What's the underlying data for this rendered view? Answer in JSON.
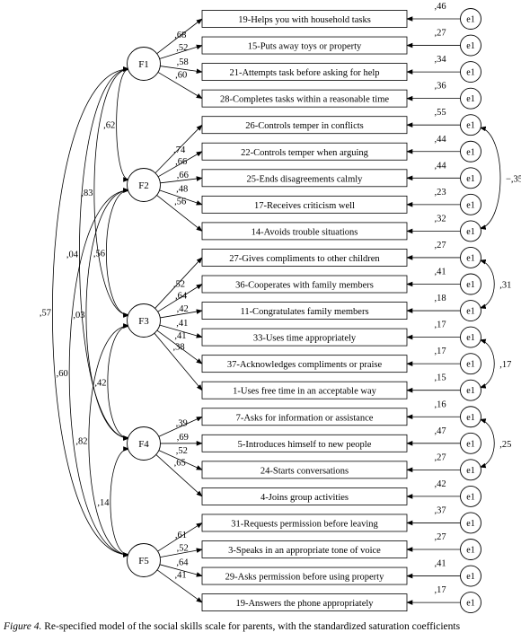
{
  "items": [
    {
      "label": "19-Helps you with household tasks",
      "loading": ",68",
      "residual": ",46"
    },
    {
      "label": "15-Puts away toys or property",
      "loading": ",52",
      "residual": ",27"
    },
    {
      "label": "21-Attempts task before asking for help",
      "loading": ",58",
      "residual": ",34"
    },
    {
      "label": "28-Completes tasks within a reasonable time",
      "loading": ",60",
      "residual": ",36"
    },
    {
      "label": "26-Controls temper in conflicts",
      "loading": ",74",
      "residual": ",55"
    },
    {
      "label": "22-Controls temper when arguing",
      "loading": ",66",
      "residual": ",44"
    },
    {
      "label": "25-Ends disagreements calmly",
      "loading": ",66",
      "residual": ",44"
    },
    {
      "label": "17-Receives criticism well",
      "loading": ",48",
      "residual": ",23"
    },
    {
      "label": "14-Avoids trouble situations",
      "loading": ",56",
      "residual": ",32"
    },
    {
      "label": "27-Gives compliments to other children",
      "loading": ",52",
      "residual": ",27"
    },
    {
      "label": "36-Cooperates with family members",
      "loading": ",64",
      "residual": ",41"
    },
    {
      "label": "11-Congratulates family members",
      "loading": ",42",
      "residual": ",18"
    },
    {
      "label": "33-Uses time appropriately",
      "loading": ",41",
      "residual": ",17"
    },
    {
      "label": "37-Acknowledges compliments or praise",
      "loading": ",41",
      "residual": ",17"
    },
    {
      "label": "1-Uses free time in an acceptable way",
      "loading": ",38",
      "residual": ",15"
    },
    {
      "label": "7-Asks for information or assistance",
      "loading": ",39",
      "residual": ",16"
    },
    {
      "label": "5-Introduces himself to new people",
      "loading": ",69",
      "residual": ",47"
    },
    {
      "label": "24-Starts conversations",
      "loading": ",52",
      "residual": ",27"
    },
    {
      "label": "4-Joins group activities",
      "loading": ",65",
      "residual": ",42"
    },
    {
      "label": "31-Requests permission before leaving",
      "loading": ",61",
      "residual": ",37"
    },
    {
      "label": "3-Speaks in an appropriate tone of voice",
      "loading": ",52",
      "residual": ",27"
    },
    {
      "label": "29-Asks permission before using property",
      "loading": ",64",
      "residual": ",41"
    },
    {
      "label": "19-Answers the phone appropriately",
      "loading": ",41",
      "residual": ",17"
    }
  ],
  "factors": [
    "F1",
    "F2",
    "F3",
    "F4",
    "F5"
  ],
  "error_label": "e1",
  "factor_correlations": [
    {
      "from": "F1",
      "to": "F2",
      "value": ",62"
    },
    {
      "from": "F1",
      "to": "F3",
      "value": ",83"
    },
    {
      "from": "F1",
      "to": "F4",
      "value": ",04"
    },
    {
      "from": "F1",
      "to": "F5",
      "value": ",57"
    },
    {
      "from": "F2",
      "to": "F3",
      "value": ",56"
    },
    {
      "from": "F2",
      "to": "F4",
      "value": ",03"
    },
    {
      "from": "F2",
      "to": "F5",
      "value": ",60"
    },
    {
      "from": "F3",
      "to": "F4",
      "value": ",42"
    },
    {
      "from": "F3",
      "to": "F5",
      "value": ",82"
    },
    {
      "from": "F4",
      "to": "F5",
      "value": ",14"
    }
  ],
  "error_covariances": [
    {
      "from_item": 5,
      "to_item": 9,
      "value": "−,35"
    },
    {
      "from_item": 10,
      "to_item": 12,
      "value": ",31"
    },
    {
      "from_item": 13,
      "to_item": 15,
      "value": ",17"
    },
    {
      "from_item": 16,
      "to_item": 18,
      "value": ",25"
    }
  ],
  "caption": {
    "prefix": "Figure 4.",
    "text": " Re-specified model of the social skills scale for parents, with the standardized saturation coefficients"
  }
}
